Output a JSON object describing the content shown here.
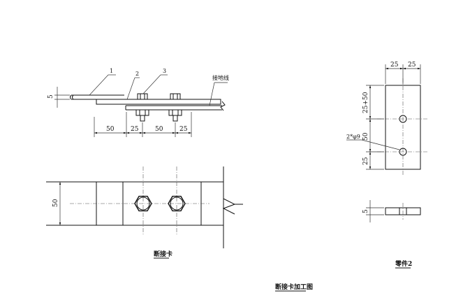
{
  "side_view": {
    "callouts": [
      "1",
      "2",
      "3"
    ],
    "ground_wire_label": "接地线",
    "dim_thickness": "5",
    "dims": [
      "50",
      "25",
      "50",
      "25"
    ]
  },
  "plan_view": {
    "dim_width": "50",
    "caption": "断接卡"
  },
  "part2": {
    "dims_top": [
      "25",
      "25"
    ],
    "dims_left": [
      "25+50",
      "50",
      "25"
    ],
    "hole_note": "2*φ9",
    "dim_thickness": "5",
    "caption": "零件2"
  },
  "sheet_title": "断接卡加工图"
}
